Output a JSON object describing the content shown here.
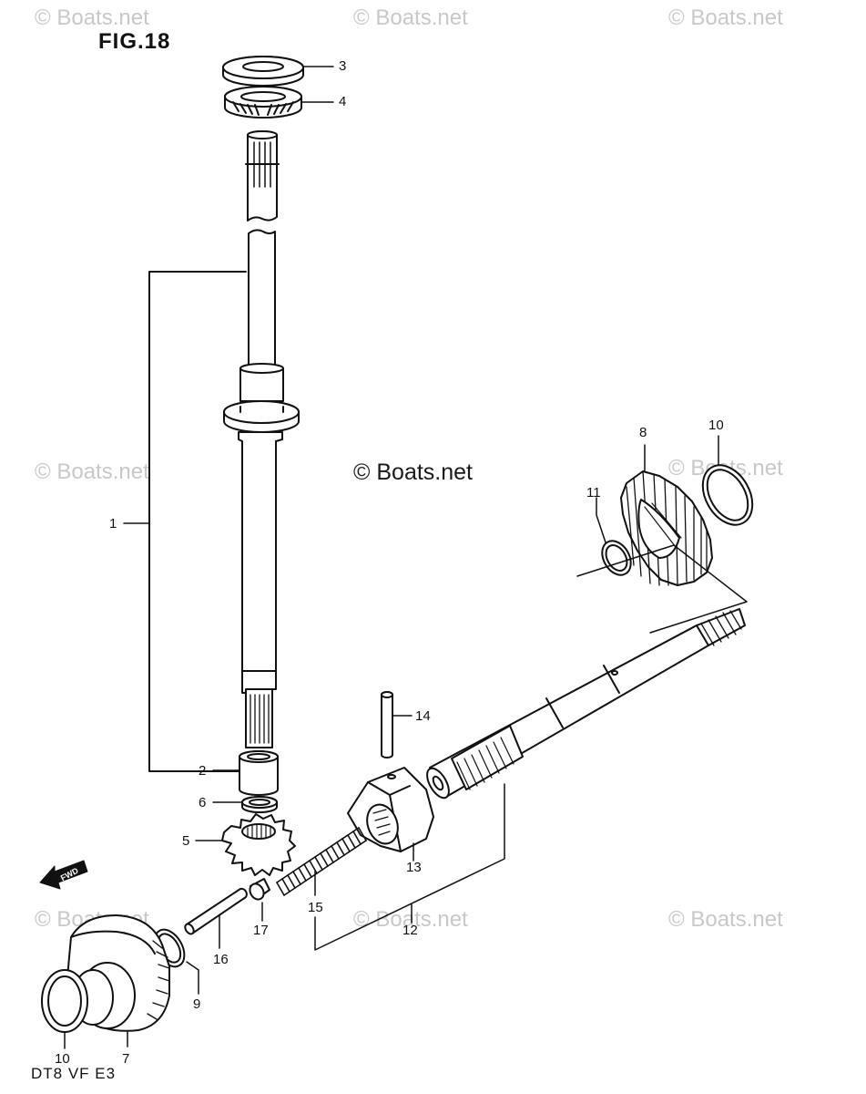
{
  "figure_title": "FIG.18",
  "footer_code": "DT8  VF  E3",
  "forward_label": "FWD",
  "watermark_text": "© Boats.net",
  "center_watermark_text": "© Boats.net",
  "callouts": {
    "c1": "1",
    "c2": "2",
    "c3": "3",
    "c4": "4",
    "c5": "5",
    "c6": "6",
    "c7": "7",
    "c8": "8",
    "c9": "9",
    "c10a": "10",
    "c10b": "10",
    "c11": "11",
    "c12": "12",
    "c13": "13",
    "c14": "14",
    "c15": "15",
    "c16": "16",
    "c17": "17"
  },
  "colors": {
    "ink": "#111111",
    "watermark": "#c8c8c8",
    "paper": "#ffffff"
  }
}
